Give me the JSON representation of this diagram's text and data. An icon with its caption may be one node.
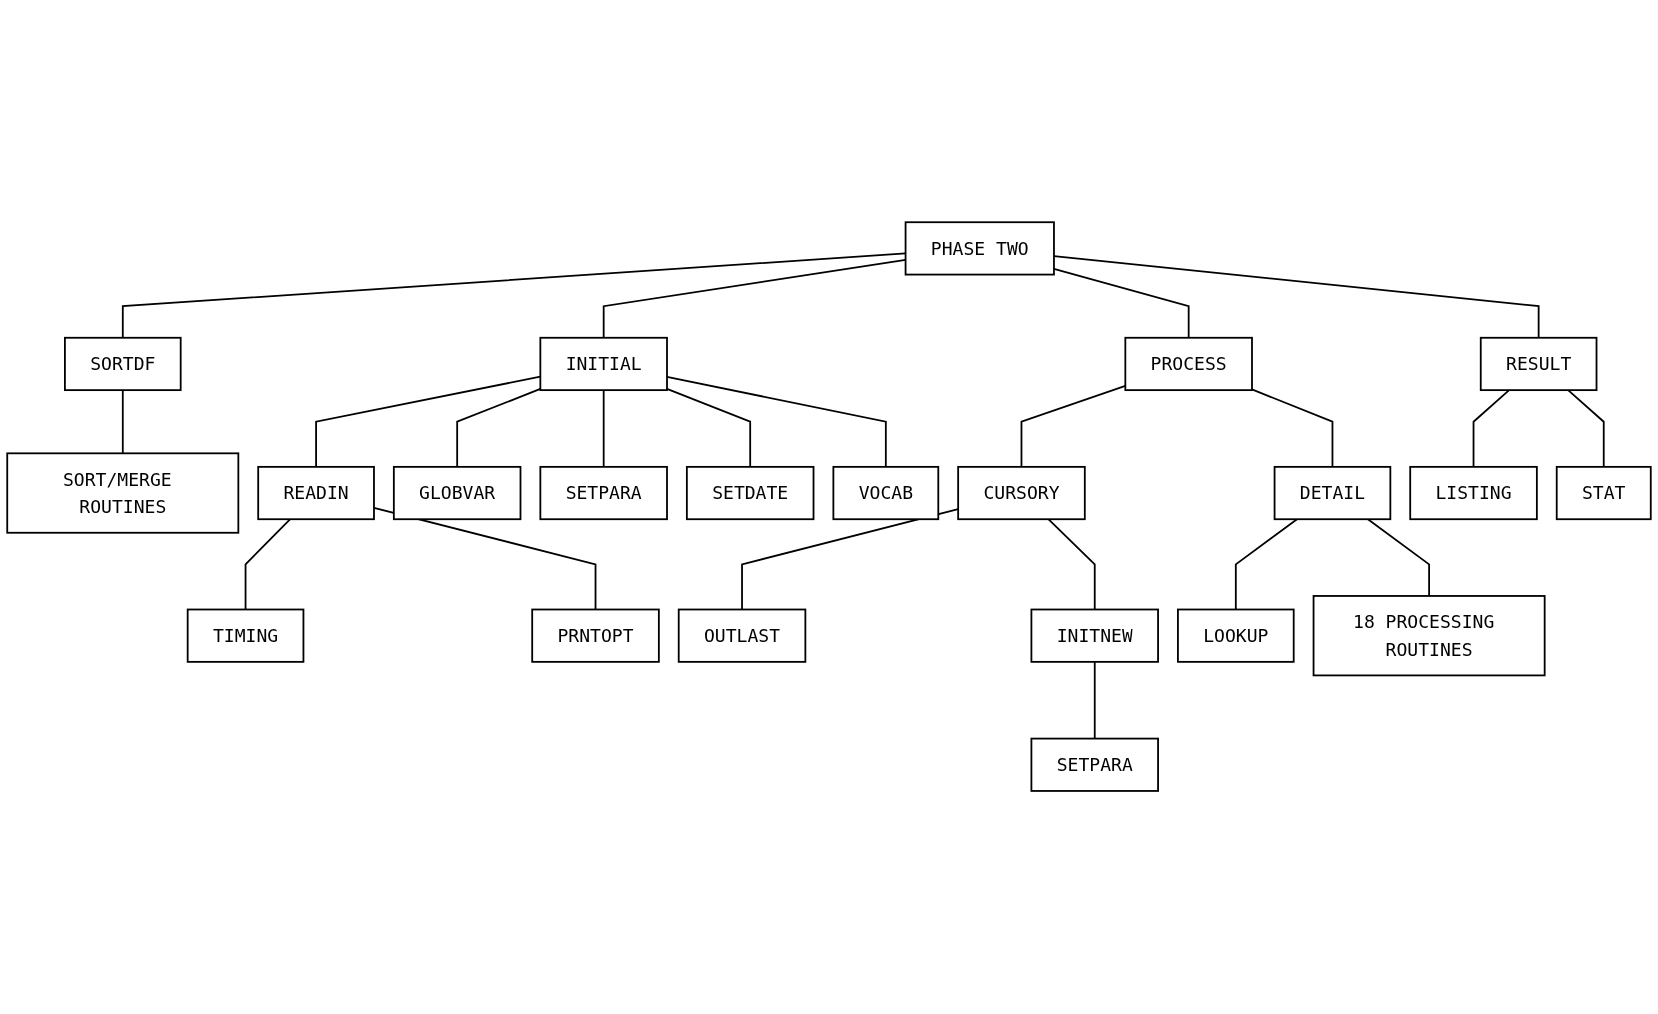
{
  "diagram": {
    "nodes": [
      {
        "text": [
          "PHASE TWO"
        ]
      },
      {
        "text": [
          "SORTDF"
        ]
      },
      {
        "text": [
          "INITIAL"
        ]
      },
      {
        "text": [
          "PROCESS"
        ]
      },
      {
        "text": [
          "RESULT"
        ]
      },
      {
        "text": [
          "SORT/MERGE ROUTINES"
        ]
      },
      {
        "text": [
          "READIN"
        ]
      },
      {
        "text": [
          "GLOBVAR"
        ]
      },
      {
        "text": [
          "SETPARA"
        ]
      },
      {
        "text": [
          "SETDATE"
        ]
      },
      {
        "text": [
          "VOCAB"
        ]
      },
      {
        "text": [
          "CURSORY"
        ]
      },
      {
        "text": [
          "DETAIL"
        ]
      },
      {
        "text": [
          "LISTING"
        ]
      },
      {
        "text": [
          "STAT"
        ]
      },
      {
        "text": [
          "TIMING"
        ]
      },
      {
        "text": [
          "PRNTOPT"
        ]
      },
      {
        "text": [
          "OUTLAST"
        ]
      },
      {
        "text": [
          "INITNEW"
        ]
      },
      {
        "text": [
          "LOOKUP"
        ]
      },
      {
        "text": [
          "18 PROCESSING ROUTINES"
        ]
      },
      {
        "text": [
          "SETPARA"
        ]
      }
    ],
    "edges": [
      {
        "from": 0,
        "to": 1,
        "arrow": "none"
      },
      {
        "from": 0,
        "to": 2,
        "arrow": "none"
      },
      {
        "from": 0,
        "to": 3,
        "arrow": "none"
      },
      {
        "from": 0,
        "to": 4,
        "arrow": "none"
      },
      {
        "from": 1,
        "to": 5,
        "arrow": "none"
      },
      {
        "from": 2,
        "to": 6,
        "arrow": "none"
      },
      {
        "from": 2,
        "to": 7,
        "arrow": "none"
      },
      {
        "from": 2,
        "to": 8,
        "arrow": "none"
      },
      {
        "from": 2,
        "to": 9,
        "arrow": "none"
      },
      {
        "from": 2,
        "to": 10,
        "arrow": "none"
      },
      {
        "from": 3,
        "to": 11,
        "arrow": "none"
      },
      {
        "from": 3,
        "to": 12,
        "arrow": "none"
      },
      {
        "from": 4,
        "to": 13,
        "arrow": "none"
      },
      {
        "from": 4,
        "to": 14,
        "arrow": "none"
      },
      {
        "from": 6,
        "to": 15,
        "arrow": "none"
      },
      {
        "from": 6,
        "to": 16,
        "arrow": "none"
      },
      {
        "from": 11,
        "to": 17,
        "arrow": "none"
      },
      {
        "from": 11,
        "to": 18,
        "arrow": "none"
      },
      {
        "from": 12,
        "to": 19,
        "arrow": "none"
      },
      {
        "from": 12,
        "to": 20,
        "arrow": "none"
      },
      {
        "from": 18,
        "to": 21,
        "arrow": "none"
      }
    ]
  }
}
